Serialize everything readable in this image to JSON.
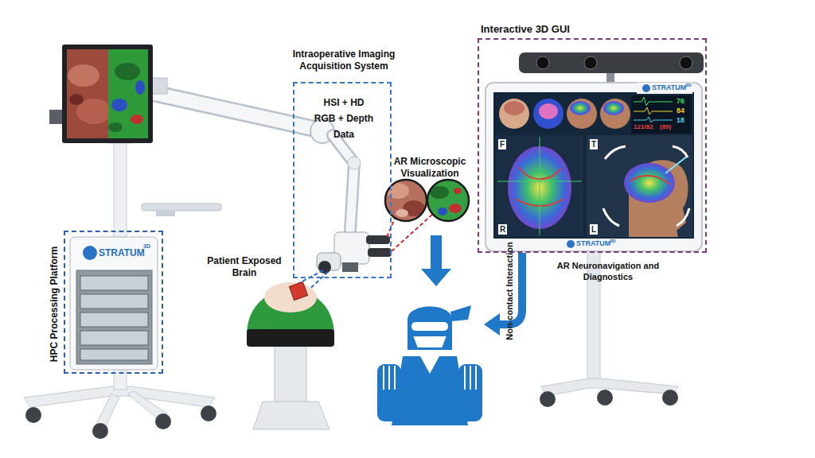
{
  "diagram": {
    "nodes": [
      {
        "text": [
          "Interactive 3D GUI"
        ]
      },
      {
        "text": [
          "Intraoperative Imaging Acquisition System",
          "HSI + HD RGB + Depth Data"
        ]
      },
      {
        "text": [
          "HPC Processing Platform"
        ]
      }
    ],
    "labels": [
      "AR Microscopic Visualization",
      "Patient Exposed Brain",
      "Non-contact Interaction",
      "AR Neuronavigation and Diagnostics",
      "STRATUM",
      "3D",
      "STRATUM",
      "3D",
      "F",
      "T",
      "R",
      "L",
      "76",
      "84",
      "18",
      "121/82",
      "(89)",
      "STRATUM",
      "3D"
    ]
  }
}
